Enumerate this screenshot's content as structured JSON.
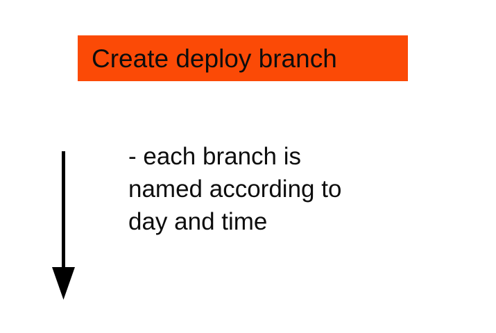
{
  "slide": {
    "background_color": "#FFFFFF",
    "title_box": {
      "label": "Create deploy branch",
      "background_color": "#FB4A06",
      "text_color": "#0D0D0D"
    },
    "arrow": {
      "icon": "down-arrow-icon",
      "direction": "down",
      "color": "#000000"
    },
    "note": {
      "lines": [
        "- each branch is",
        "named according to",
        "day and time"
      ],
      "text_color": "#0D0D0D"
    }
  }
}
